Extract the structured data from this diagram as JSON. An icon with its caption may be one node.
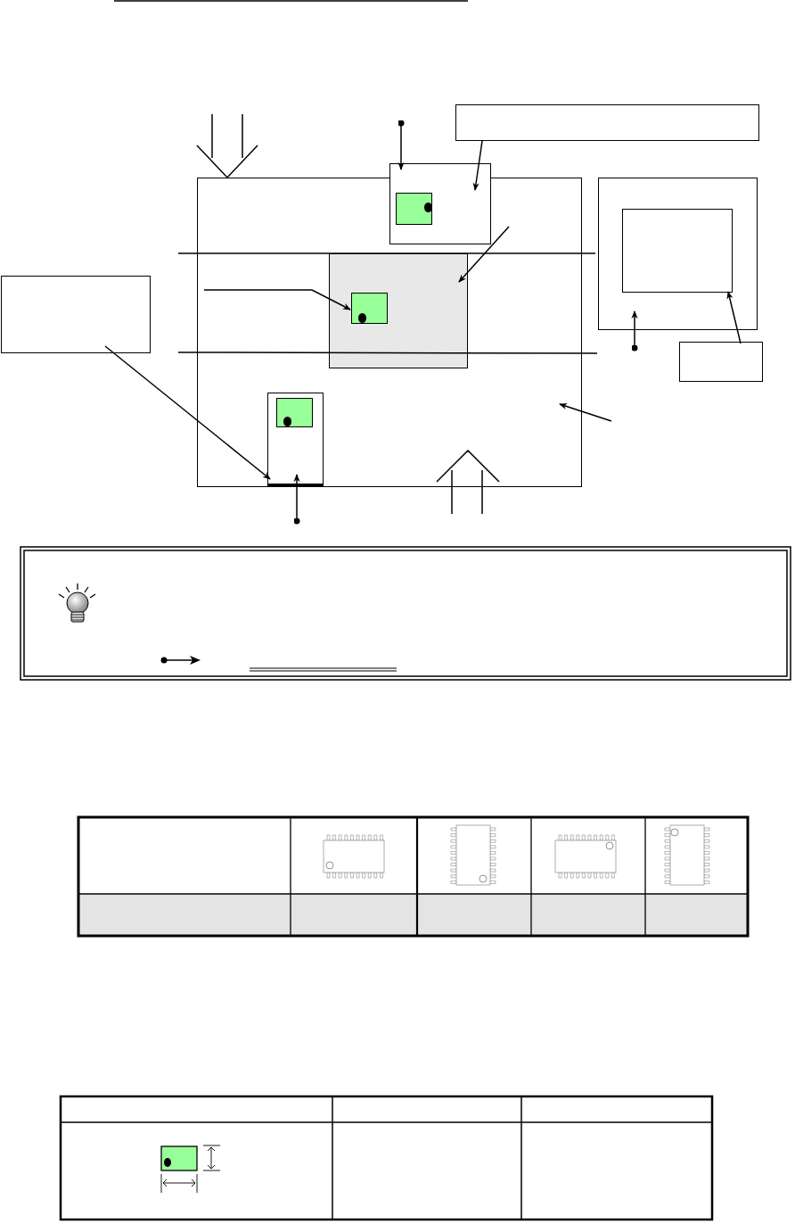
{
  "diagram": {
    "nodes": [
      {
        "text": [],
        "shape": "box"
      },
      {
        "text": [],
        "shape": "box"
      },
      {
        "text": [],
        "shape": "box",
        "in": 1
      },
      {
        "text": [],
        "shape": "box",
        "in": 0
      },
      {
        "text": [],
        "shape": "box",
        "in": 3
      },
      {
        "text": [],
        "shape": "box",
        "in": 0
      },
      {
        "text": [],
        "shape": "box",
        "in": 5
      },
      {
        "text": [],
        "shape": "box"
      },
      {
        "text": [],
        "shape": "box"
      },
      {
        "text": [],
        "shape": "box"
      },
      {
        "text": [],
        "shape": "box",
        "in": 9
      },
      {
        "text": [],
        "shape": "box"
      }
    ],
    "edges": [
      {
        "from": null,
        "to": 1,
        "arrow": "to"
      },
      {
        "from": 7,
        "to": 1,
        "arrow": "to"
      },
      {
        "from": null,
        "to": 3,
        "arrow": "to"
      },
      {
        "from": null,
        "to": 4,
        "arrow": "to"
      },
      {
        "from": 8,
        "to": 5,
        "arrow": "to"
      },
      {
        "from": null,
        "to": 5,
        "arrow": "to"
      },
      {
        "from": null,
        "to": 0,
        "arrow": "to"
      },
      {
        "from": null,
        "to": 10,
        "arrow": "to"
      },
      {
        "from": 11,
        "to": 10,
        "arrow": "to"
      }
    ]
  }
}
